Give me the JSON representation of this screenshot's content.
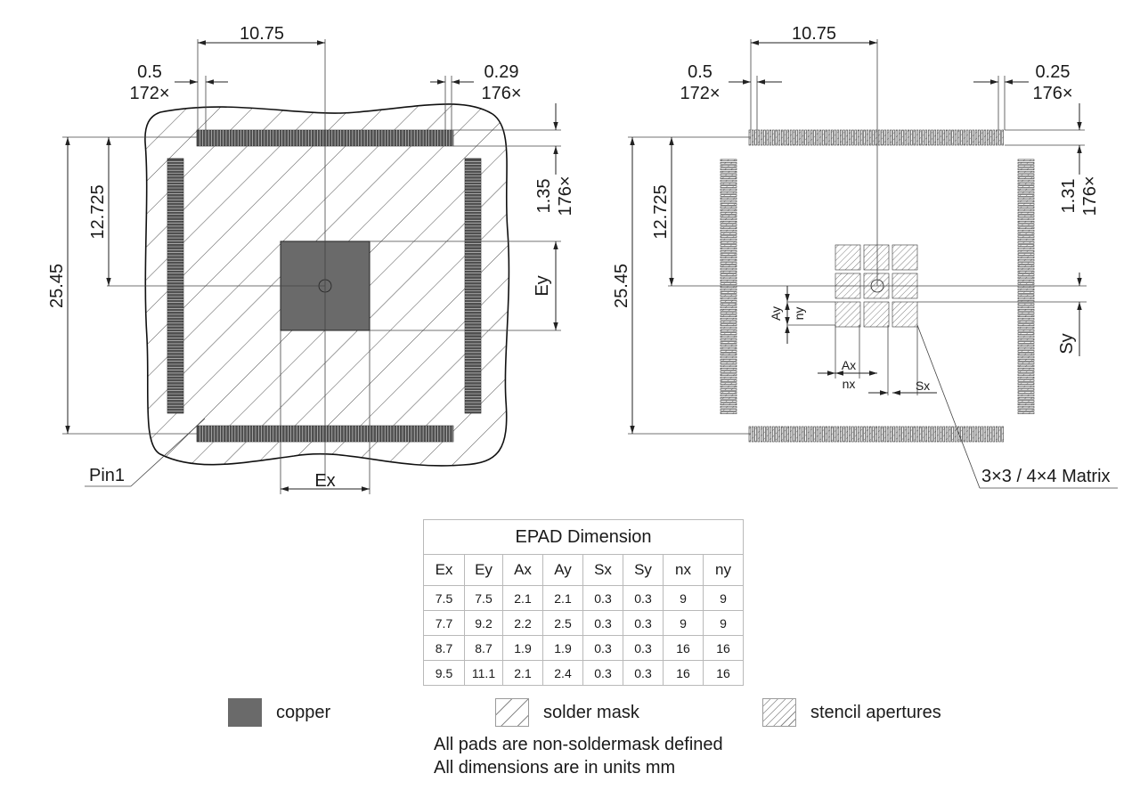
{
  "left_view": {
    "dims": {
      "top_span": "10.75",
      "pad_width": "0.5",
      "pad_width_count": "172×",
      "pitch": "0.29",
      "pitch_count": "176×",
      "half_height": "12.725",
      "full_height": "25.45",
      "pad_length": "1.35",
      "pad_length_count": "176×",
      "ey": "Ey",
      "ex": "Ex"
    },
    "pin1_label": "Pin1"
  },
  "right_view": {
    "dims": {
      "top_span": "10.75",
      "pad_width": "0.5",
      "pad_width_count": "172×",
      "pitch": "0.25",
      "pitch_count": "176×",
      "half_height": "12.725",
      "full_height": "25.45",
      "pad_length": "1.31",
      "pad_length_count": "176×",
      "ay": "Ay",
      "ny": "ny",
      "ax": "Ax",
      "nx": "nx",
      "sx": "Sx",
      "sy": "Sy"
    },
    "matrix_label": "3×3 / 4×4 Matrix"
  },
  "table": {
    "title": "EPAD Dimension",
    "headers": [
      "Ex",
      "Ey",
      "Ax",
      "Ay",
      "Sx",
      "Sy",
      "nx",
      "ny"
    ],
    "rows": [
      [
        "7.5",
        "7.5",
        "2.1",
        "2.1",
        "0.3",
        "0.3",
        "9",
        "9"
      ],
      [
        "7.7",
        "9.2",
        "2.2",
        "2.5",
        "0.3",
        "0.3",
        "9",
        "9"
      ],
      [
        "8.7",
        "8.7",
        "1.9",
        "1.9",
        "0.3",
        "0.3",
        "16",
        "16"
      ],
      [
        "9.5",
        "11.1",
        "2.1",
        "2.4",
        "0.3",
        "0.3",
        "16",
        "16"
      ]
    ]
  },
  "legend": {
    "copper": "copper",
    "solder_mask": "solder mask",
    "stencil": "stencil apertures"
  },
  "notes": {
    "line1": "All pads are non-soldermask defined",
    "line2": "All dimensions are in units mm"
  },
  "colors": {
    "copper": "#6a6a6a",
    "lines": "#222222",
    "hatch": "#8a8a8a"
  }
}
